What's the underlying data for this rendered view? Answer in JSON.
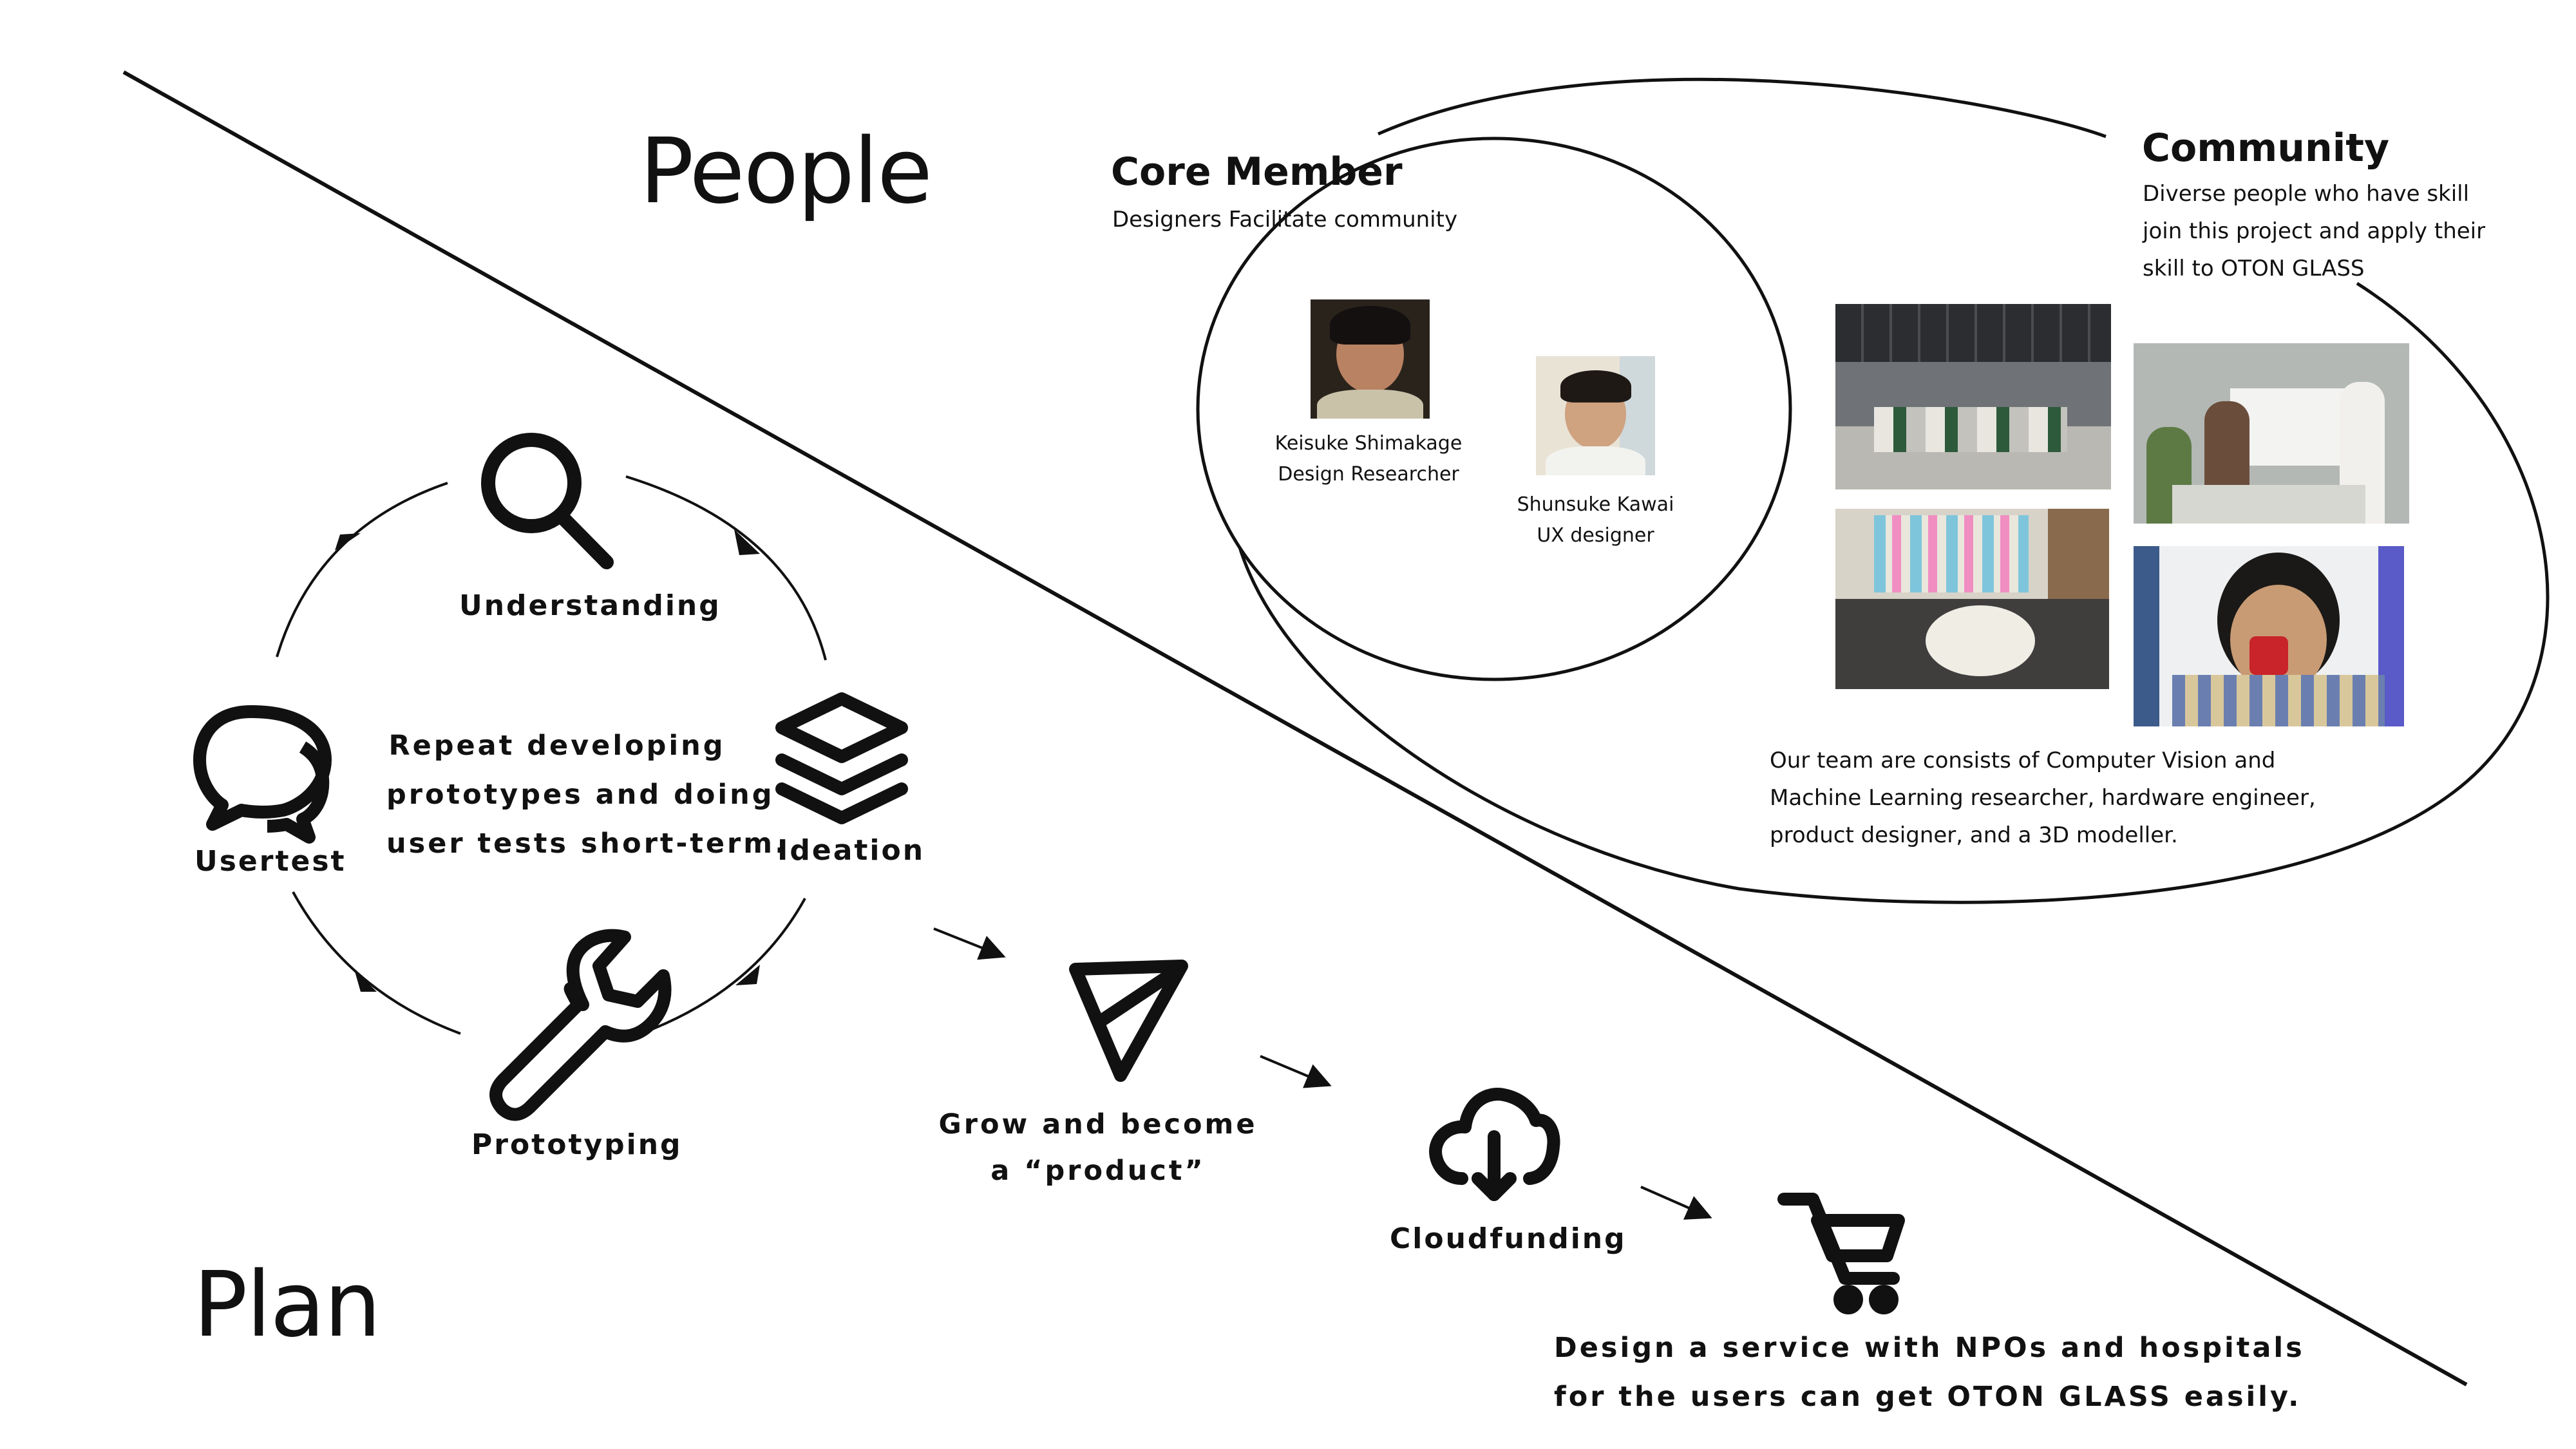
{
  "people_title": "People",
  "plan_title": "Plan",
  "core": {
    "title": "Core Member",
    "subtitle": "Designers Facilitate community",
    "members": [
      {
        "name": "Keisuke Shimakage",
        "role": "Design Researcher"
      },
      {
        "name": "Shunsuke Kawai",
        "role": "UX designer"
      }
    ]
  },
  "community": {
    "title": "Community",
    "desc_lines": [
      "Diverse people who have skill",
      "join this project and apply their",
      "skill to OTON GLASS"
    ],
    "team_lines": [
      "Our team are consists of Computer Vision and",
      "Machine Learning researcher, hardware engineer,",
      "product designer,  and a 3D modeller."
    ]
  },
  "cycle": {
    "steps": [
      "Understanding",
      "Ideation",
      "Prototyping",
      "Usertest"
    ],
    "center_lines": [
      "Repeat developing",
      "prototypes and doing",
      "user tests short-term."
    ]
  },
  "flow": {
    "grow_lines": [
      "Grow and become",
      "a “product”"
    ],
    "cloud_label": "Cloudfunding",
    "service_lines": [
      "Design a service with NPOs and hospitals",
      "for the users can get OTON GLASS easily."
    ]
  },
  "icons": {
    "understanding": "magnifier-icon",
    "ideation": "layers-icon",
    "prototyping": "wrench-icon",
    "usertest": "chat-bubbles-icon",
    "grow": "paper-plane-icon",
    "cloud": "cloud-download-icon",
    "service": "shopping-cart-icon"
  }
}
